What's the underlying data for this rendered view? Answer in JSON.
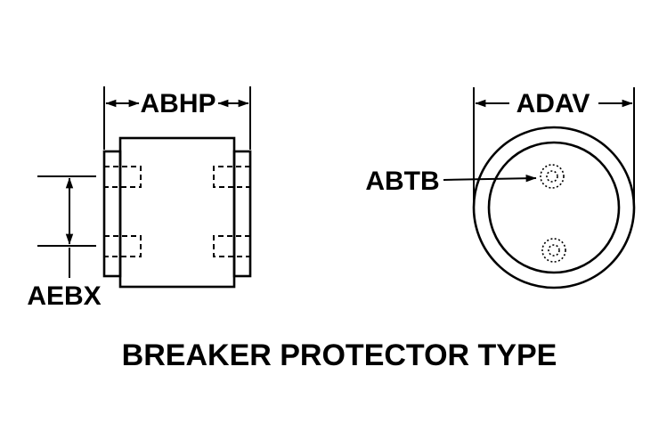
{
  "diagram": {
    "title": "BREAKER PROTECTOR TYPE",
    "side_view": {
      "width_label": "ABHP",
      "height_label": "AEBX"
    },
    "end_view": {
      "diameter_label": "ADAV",
      "hole_label": "ABTB"
    }
  }
}
